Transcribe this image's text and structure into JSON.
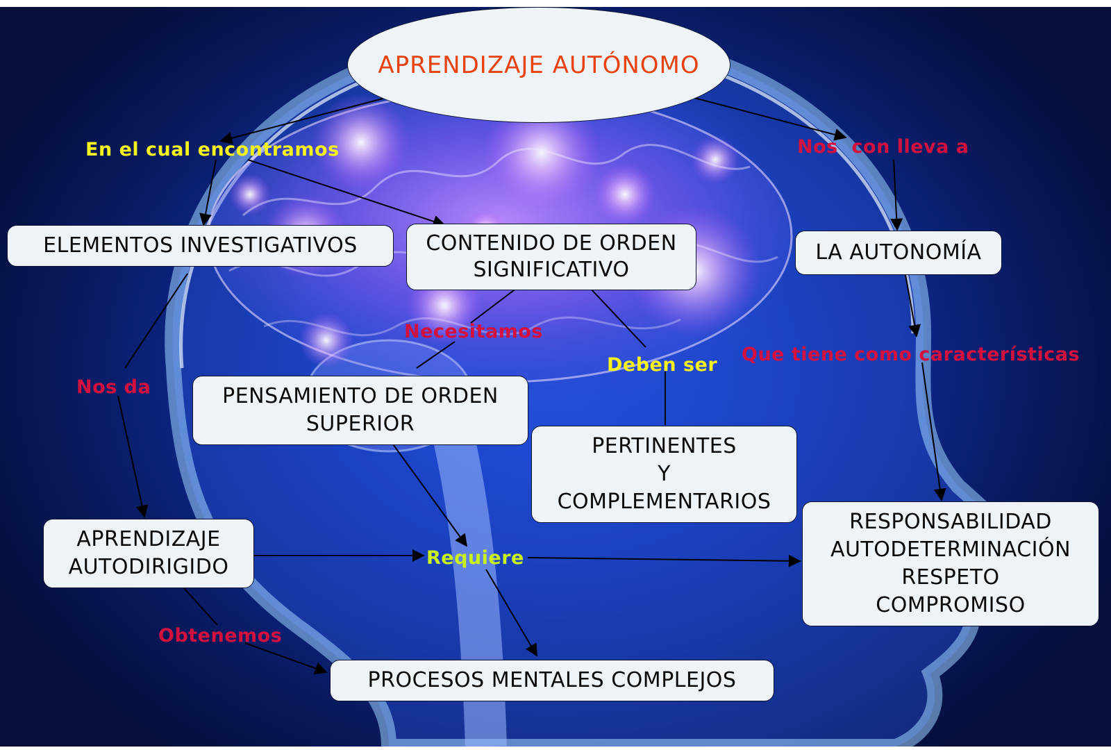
{
  "title": "APRENDIZAJE AUTÓNOMO",
  "nodes": {
    "elementos": "ELEMENTOS INVESTIGATIVOS",
    "contenido": [
      "CONTENIDO DE ORDEN",
      "SIGNIFICATIVO"
    ],
    "autonomia": "LA AUTONOMÍA",
    "pensamiento": [
      "PENSAMIENTO DE ORDEN",
      "SUPERIOR"
    ],
    "pertinentes": [
      "PERTINENTES",
      "Y",
      "COMPLEMENTARIOS"
    ],
    "responsabilidad": [
      "RESPONSABILIDAD",
      "AUTODETERMINACIÓN",
      "RESPETO",
      "COMPROMISO"
    ],
    "autodirigido": [
      "APRENDIZAJE",
      "AUTODIRIGIDO"
    ],
    "procesos": "PROCESOS MENTALES COMPLEJOS"
  },
  "labels": {
    "en_el_cual": "En el cual encontramos",
    "nos_con_lleva": "Nos  con lleva a",
    "necesitamos": "Necesitamos",
    "deben_ser": "Deben ser",
    "que_tiene": "Que tiene como características",
    "nos_da": "Nos da",
    "requiere": "Requiere",
    "obtenemos": "Obtenemos"
  },
  "colors": {
    "title_text": "#e8420e",
    "yellow_label": "#f6f21c",
    "red_label": "#d4103f",
    "green_label": "#c8f21a",
    "node_fill": "#eef3f8"
  }
}
